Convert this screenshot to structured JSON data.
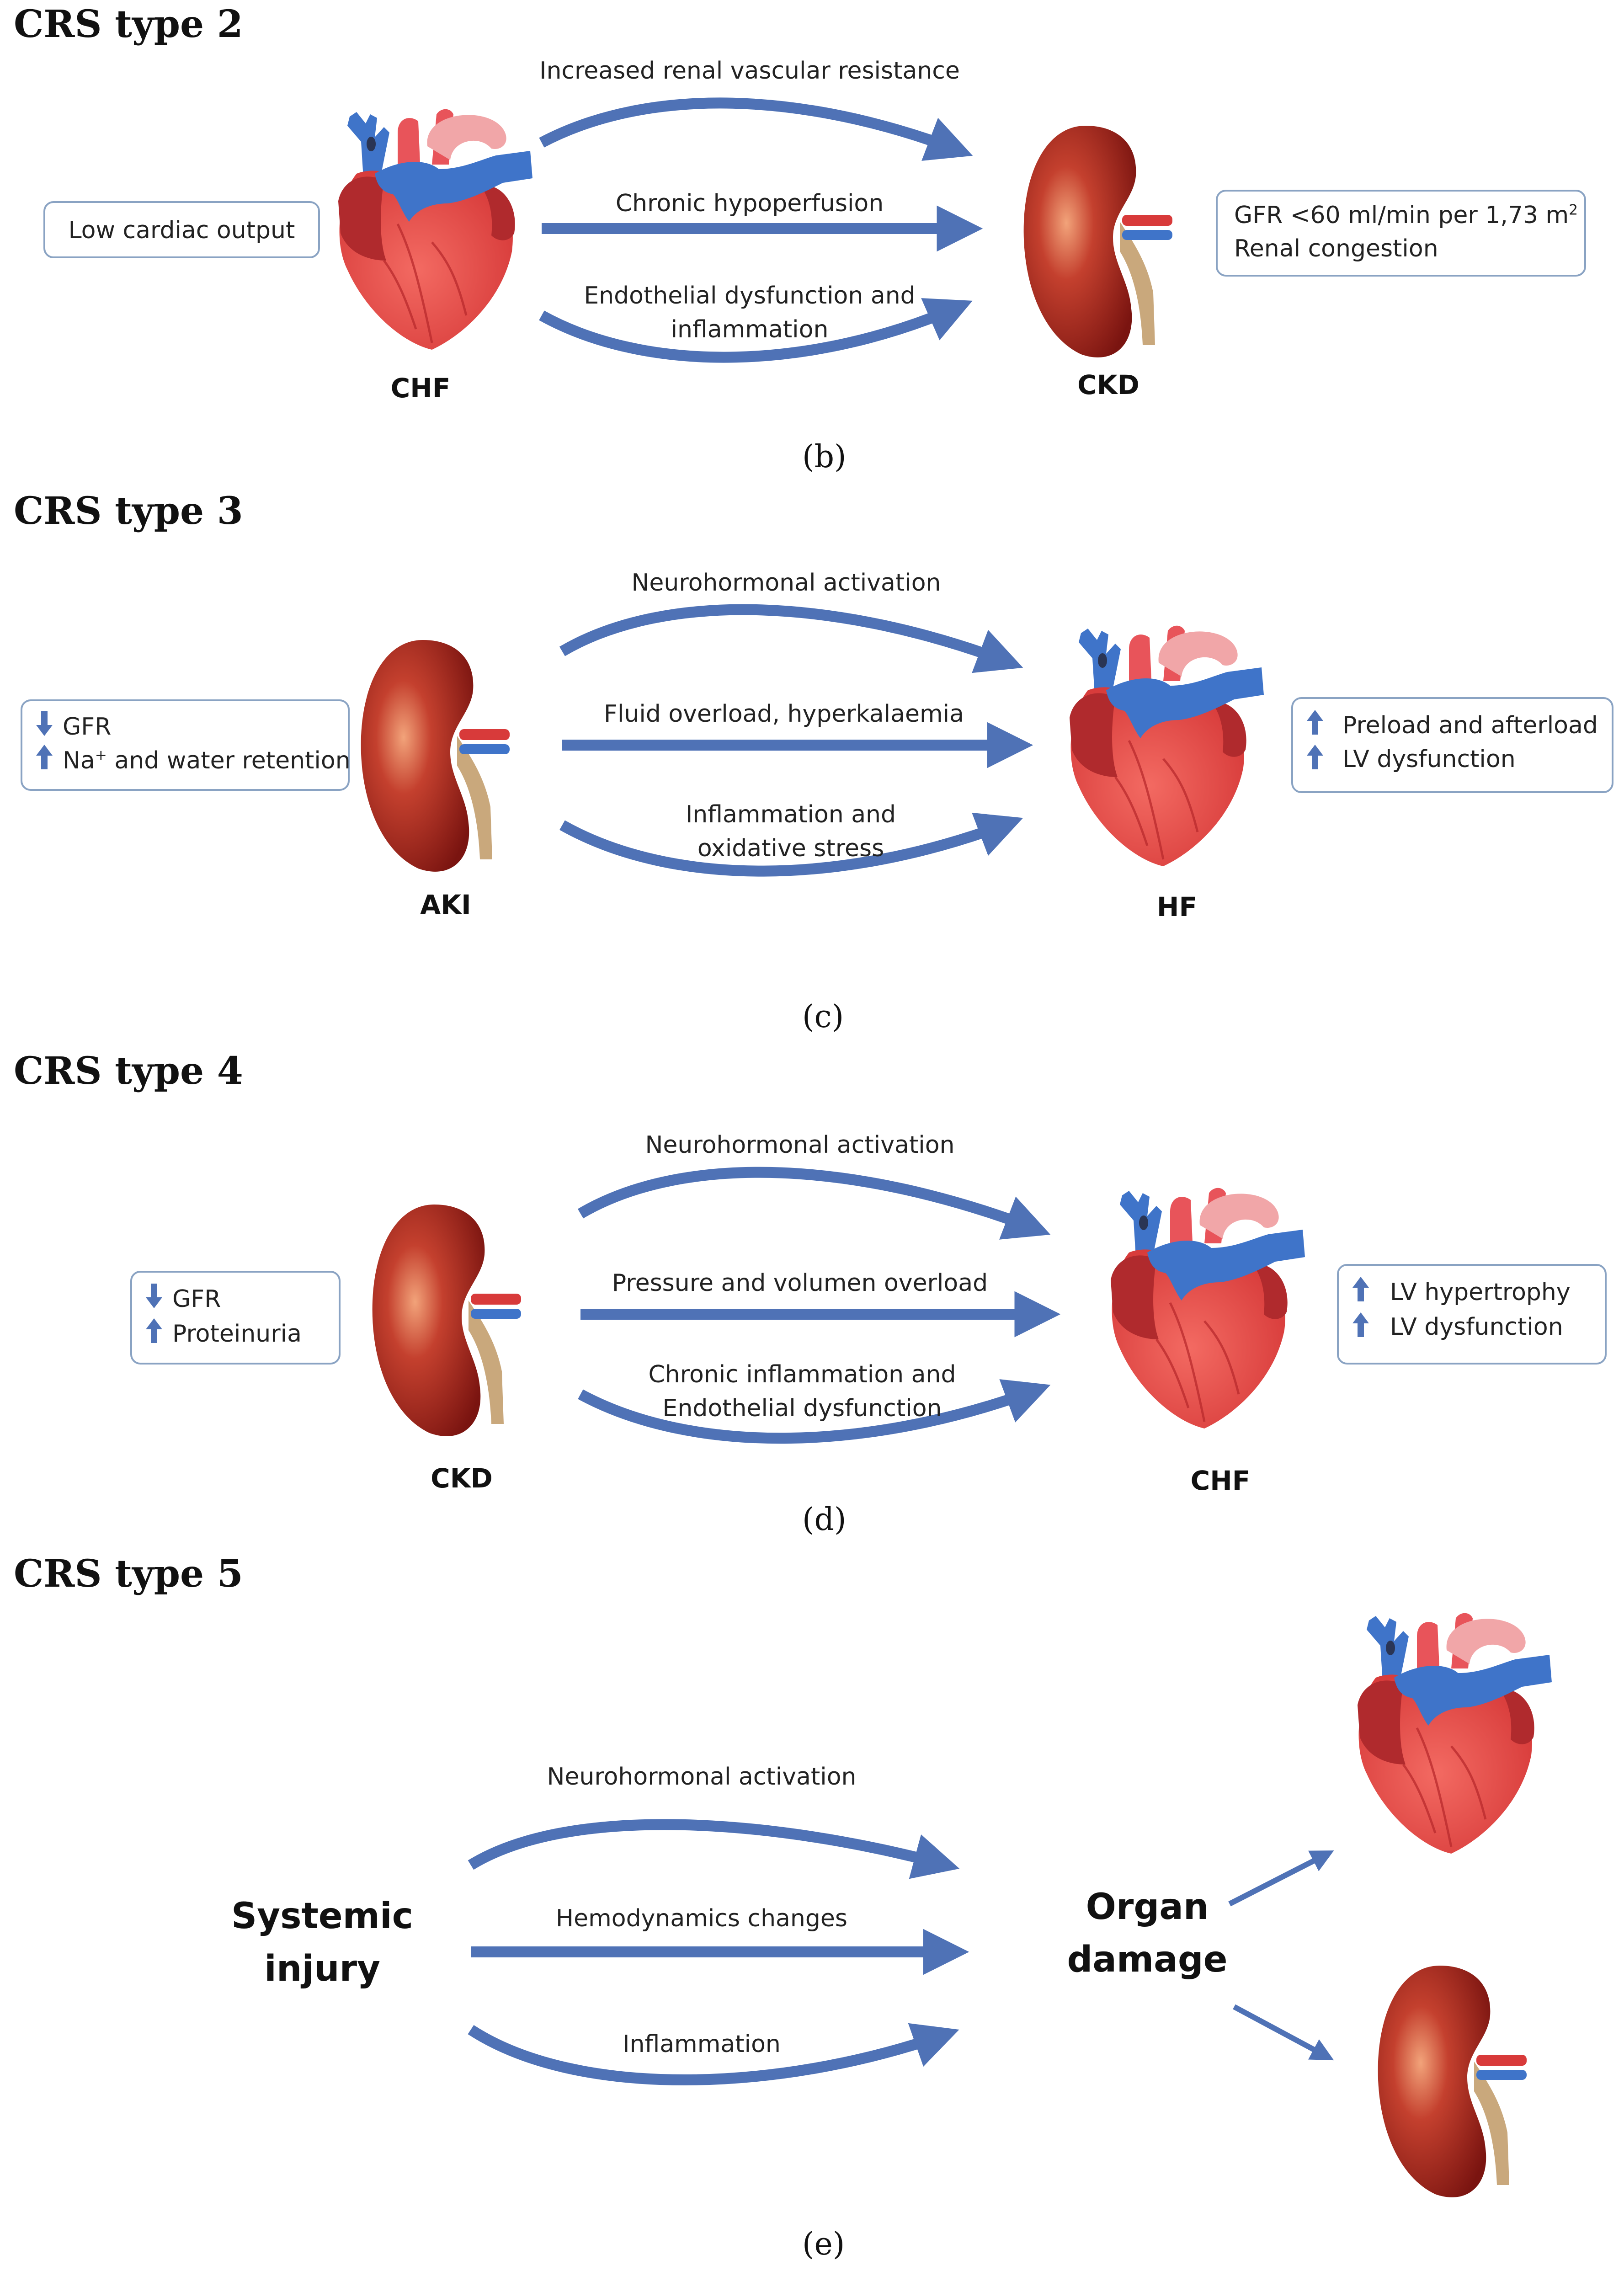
{
  "panels": {
    "b": {
      "title": "CRS type 2",
      "caption": "(b)",
      "source_organ": "CHF",
      "target_organ": "CKD",
      "arrows": [
        "Increased renal vascular resistance",
        "Chronic hypoperfusion",
        "Endothelial dysfunction and inflammation"
      ],
      "left_box": {
        "line1": "Low cardiac output"
      },
      "right_box": {
        "line1": "GFR <60 ml/min per 1,73 m",
        "line1_sup": "2",
        "line2": "Renal congestion"
      }
    },
    "c": {
      "title": "CRS type 3",
      "caption": "(c)",
      "source_organ": "AKI",
      "target_organ": "HF",
      "arrows": [
        "Neurohormonal activation",
        "Fluid overload, hyperkalaemia",
        "Inflammation and oxidative stress"
      ],
      "left_box": {
        "line1": "GFR",
        "line1_dir": "down",
        "line2_pre": "Na",
        "line2_sup": "+",
        "line2": " and water retention",
        "line2_dir": "up"
      },
      "right_box": {
        "line1": "Preload and afterload",
        "line1_dir": "up",
        "line2": "LV  dysfunction",
        "line2_dir": "up"
      }
    },
    "d": {
      "title": "CRS type 4",
      "caption": "(d)",
      "source_organ": "CKD",
      "target_organ": "CHF",
      "arrows": [
        "Neurohormonal activation",
        "Pressure and volumen overload",
        "Chronic inflammation and Endothelial dysfunction"
      ],
      "left_box": {
        "line1": "GFR",
        "line1_dir": "down",
        "line2": "Proteinuria",
        "line2_dir": "up"
      },
      "right_box": {
        "line1": "LV hypertrophy",
        "line1_dir": "up",
        "line2": "LV dysfunction",
        "line2_dir": "up"
      }
    },
    "e": {
      "title": "CRS type 5",
      "caption": "(e)",
      "source": "Systemic injury",
      "target": "Organ damage",
      "arrows": [
        "Neurohormonal activation",
        "Hemodynamics changes",
        "Inflammation"
      ]
    }
  },
  "colors": {
    "arrow": "#4f72b6",
    "box_border": "#8aa3c3",
    "heart_red": "#e74a48",
    "heart_dark": "#b02a2d",
    "heart_pink": "#f2a5a5",
    "vessel_blue": "#3f74c9",
    "kidney": "#9c1f1b",
    "ureter": "#c9a87c"
  }
}
